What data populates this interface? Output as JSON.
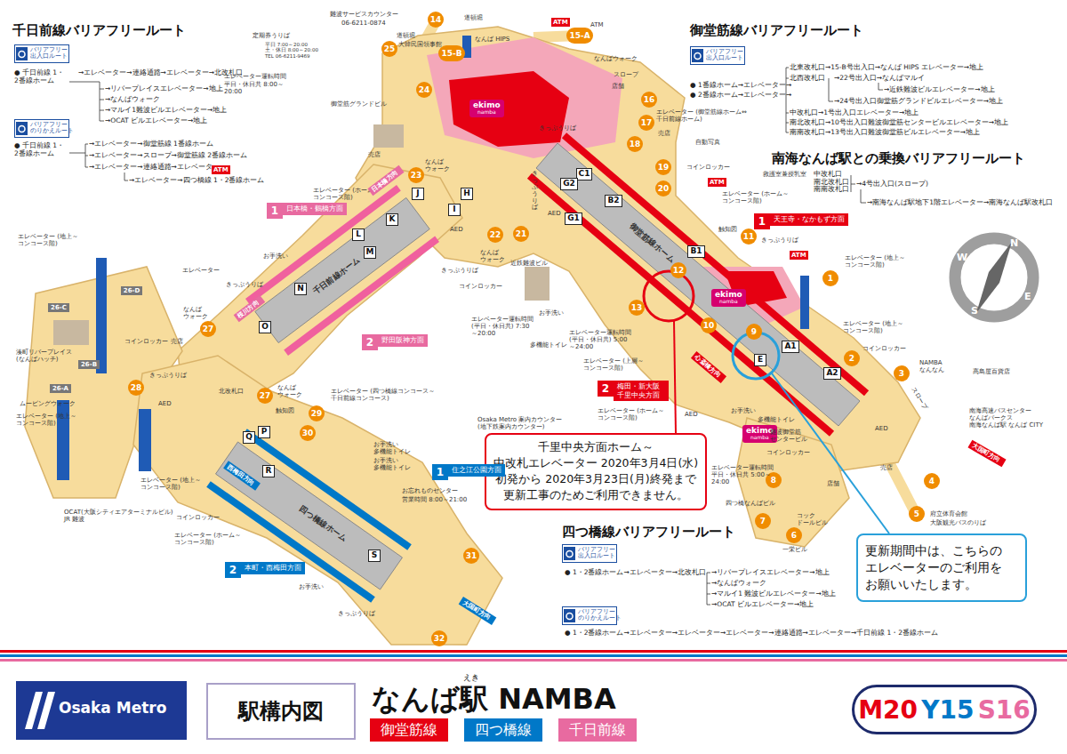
{
  "diagram": {
    "title": "なんば駅 NAMBA",
    "nodes": [
      {
        "text": [
          "Osaka Metro"
        ]
      },
      {
        "text": [
          "駅構内図"
        ]
      },
      {
        "text": [
          "御堂筋線"
        ]
      },
      {
        "text": [
          "四つ橋線"
        ]
      },
      {
        "text": [
          "千日前線"
        ]
      },
      {
        "text": [
          "M20",
          "Y15",
          "S16"
        ]
      },
      {
        "text": [
          "千里中央方面ホーム～中改札エレベーター 2020年3月4日(水)初発から 2020年3月23日(月)終発まで 更新工事のためご利用できません。"
        ]
      },
      {
        "text": [
          "更新期間中は、こちらの エレベーターのご利用を お願いいたします。"
        ]
      },
      {
        "text": [
          "1",
          "日本橋・鶴橋方面"
        ]
      },
      {
        "text": [
          "2",
          "野田阪神方面"
        ]
      },
      {
        "text": [
          "1",
          "天王寺・なかもず方面"
        ]
      },
      {
        "text": [
          "2",
          "梅田・新大阪 千里中央方面"
        ]
      },
      {
        "text": [
          "1",
          "住之江公園方面"
        ]
      },
      {
        "text": [
          "2",
          "本町・西梅田方面"
        ]
      },
      {
        "text": [
          "14"
        ]
      },
      {
        "text": [
          "15-A"
        ]
      },
      {
        "text": [
          "15-B"
        ]
      },
      {
        "text": [
          "16"
        ]
      },
      {
        "text": [
          "17"
        ]
      },
      {
        "text": [
          "18"
        ]
      },
      {
        "text": [
          "19"
        ]
      },
      {
        "text": [
          "20"
        ]
      },
      {
        "text": [
          "21"
        ]
      },
      {
        "text": [
          "22"
        ]
      },
      {
        "text": [
          "23"
        ]
      },
      {
        "text": [
          "24"
        ]
      },
      {
        "text": [
          "25"
        ]
      },
      {
        "text": [
          "26-A"
        ]
      },
      {
        "text": [
          "26-B"
        ]
      },
      {
        "text": [
          "26-C"
        ]
      },
      {
        "text": [
          "26-D"
        ]
      },
      {
        "text": [
          "27"
        ]
      },
      {
        "text": [
          "27"
        ]
      },
      {
        "text": [
          "28"
        ]
      },
      {
        "text": [
          "29"
        ]
      },
      {
        "text": [
          "30"
        ]
      },
      {
        "text": [
          "31"
        ]
      },
      {
        "text": [
          "32"
        ]
      },
      {
        "text": [
          "1"
        ]
      },
      {
        "text": [
          "2"
        ]
      },
      {
        "text": [
          "3"
        ]
      },
      {
        "text": [
          "4"
        ]
      },
      {
        "text": [
          "5"
        ]
      },
      {
        "text": [
          "6"
        ]
      },
      {
        "text": [
          "7"
        ]
      },
      {
        "text": [
          "8"
        ]
      },
      {
        "text": [
          "9"
        ]
      },
      {
        "text": [
          "10"
        ]
      },
      {
        "text": [
          "11"
        ]
      },
      {
        "text": [
          "12"
        ]
      },
      {
        "text": [
          "13"
        ]
      },
      {
        "text": [
          "A1"
        ]
      },
      {
        "text": [
          "A2"
        ]
      },
      {
        "text": [
          "B1"
        ]
      },
      {
        "text": [
          "B2"
        ]
      },
      {
        "text": [
          "C1"
        ]
      },
      {
        "text": [
          "E"
        ]
      },
      {
        "text": [
          "G1"
        ]
      },
      {
        "text": [
          "G2"
        ]
      },
      {
        "text": [
          "H"
        ]
      },
      {
        "text": [
          "I"
        ]
      },
      {
        "text": [
          "J"
        ]
      },
      {
        "text": [
          "K"
        ]
      },
      {
        "text": [
          "L"
        ]
      },
      {
        "text": [
          "M"
        ]
      },
      {
        "text": [
          "N"
        ]
      },
      {
        "text": [
          "O"
        ]
      },
      {
        "text": [
          "P"
        ]
      },
      {
        "text": [
          "Q"
        ]
      },
      {
        "text": [
          "R"
        ]
      },
      {
        "text": [
          "S"
        ]
      },
      {
        "text": [
          "バリアフリー 出入口ルート"
        ]
      },
      {
        "text": [
          "バリアフリー のりかえルート"
        ]
      },
      {
        "text": [
          "バリアフリー 出入口ルート"
        ]
      },
      {
        "text": [
          "バリアフリー 出入口ルート"
        ]
      },
      {
        "text": [
          "バリアフリー のりかえルート"
        ]
      },
      {
        "text": [
          "ekimo",
          "namba"
        ]
      },
      {
        "text": [
          "ekimo",
          "namba"
        ]
      },
      {
        "text": [
          "ekimo",
          "namba"
        ]
      }
    ],
    "labels": [
      "千日前線バリアフリールート",
      "● 千日前線 1・2番線ホーム",
      "→エレベーター→連絡通路→エレベーター→北改札口",
      "→リバープレイスエレベーター→地上",
      "→なんばウォーク",
      "→マルイ1難波ビルエレベーター→地上",
      "→OCAT ビルエレベーター→地上",
      "● 千日前線 1・2番線ホーム",
      "→エレベーター→御堂筋線 1番線ホーム",
      "→エレベーター→スロープ→御堂筋線 2番線ホーム",
      "→エレベーター→連絡通路→エレベーター",
      "→エレベーター→四つ橋線 1・2番線ホーム",
      "御堂筋線バリアフリールート",
      "● 1番線ホーム→エレベーター→",
      "● 2番線ホーム→エレベーター→",
      "北東改札口→15-B号出入口→なんば HIPS エレベーター→地上",
      "北西改札口",
      "→22号出入口→なんばマルイ",
      "→近鉄難波ビルエレベーター→地上",
      "→24号出入口御堂筋グランドビルエレベーター→地上",
      "中改札口→1号出入口エレベーター→地上",
      "南北改札口→10号出入口難波御堂筋センタービルエレベーター→地上",
      "南南改札口→13号出入口難波御堂筋ビルエレベーター→地上",
      "南海なんば駅との乗換バリアフリールート",
      "中改札口 南北改札口 南南改札口",
      "→4号出入口(スロープ)",
      "→南海なんば駅地下1階エレベーター→南海なんば駅改札口",
      "四つ橋線バリアフリールート",
      "● 1・2番線ホーム→エレベーター→北改札口",
      "→リバープレイスエレベーター→地上",
      "→なんばウォーク",
      "→マルイ1 難波ビルエレベーター→地上",
      "→OCAT ビルエレベーター→地上",
      "● 1・2番線ホーム→エレベーター→エレベーター→エレベーター→連絡通路→エレベーター→千日前線 1・2番線ホーム",
      "N",
      "E",
      "S",
      "W",
      "えき",
      "難波サービスカウンター",
      "06-6211-0874",
      "定期券うりば",
      "平日 7:00～20:00 土・休日 8:00～20:00 TEL 06-6211-9469",
      "道頓堀",
      "なんば HIPS",
      "ATM",
      "ATM",
      "なんばウォーク",
      "道頓堀",
      "大韓民国領事館",
      "エレベーター運転時間",
      "平日・休日共 8:00～20:00",
      "御堂筋グランドビル",
      "店舗",
      "スロープ",
      "きっぷうりば",
      "エレベーター (御堂筋線ホーム⇔千日前線ホーム)",
      "売店",
      "自動写真",
      "売店",
      "なんば ウォーク",
      "ATM",
      "エレベーター (ホーム～コンコース階)",
      "コインロッカー",
      "救護室兼授乳室",
      "ATM",
      "エレベーター (ホーム～コンコース階)",
      "きっぷうりば",
      "触知図",
      "きっぷうりば",
      "AED",
      "AED",
      "なんば ウォーク",
      "近鉄難波ビル",
      "きっぷうりば",
      "コインロッカー",
      "ATM",
      "エレベーター (地上～コンコース階)",
      "エレベーター (地上～コンコース階)",
      "エレベーター",
      "お手洗い",
      "きっぷうりば",
      "なんば ウォーク",
      "売店",
      "コインロッカー",
      "湊町リバープレイス (なんばハッチ)",
      "ムービングウォーク",
      "エレベーター (地上～コンコース階)",
      "OCAT(大阪シティエアターミナルビル) JR 難波",
      "きっぷうりば",
      "AED",
      "なんば ウォーク",
      "エレベーター (四つ橋線コンコース～千日前線コンコース)",
      "触知図",
      "お手洗い 多機能トイレ",
      "お手洗い 多機能トイレ",
      "お忘れものセンター",
      "営業時間 8:00～21:00",
      "エレベーター (地上～コンコース階)",
      "コインロッカー",
      "エレベーター (ホーム～コンコース階)",
      "お手洗い",
      "きっぷうりば",
      "Osaka Metro 案内カウンター (地下鉄案内カウンター)",
      "お手洗い",
      "多機能トイレ",
      "エレベーター運転時間 (平日・休日共) 7:30～20:00",
      "エレベーター運転時間 (平日・休日共) 5:00～24:00",
      "エレベーター (上層～コンコース階)",
      "エレベーター (ホーム～コンコース階)",
      "AED",
      "お手洗い",
      "多機能トイレ",
      "難波御堂筋 センタービル",
      "エレベーター運転時間 平日・休日共 5:00～24:00",
      "コインロッカー",
      "四つ橋なんばビル",
      "コック ドールビル",
      "一栄ビル",
      "府立体育会館",
      "大阪観光バスのりば",
      "店舗",
      "売店",
      "スロープ",
      "高島屋百貨店",
      "南海高速バスセンター なんばパークス 南海なんば駅 なんば CITY",
      "NAMBA なんなん",
      "エレベーター (地上～コンコース階)",
      "コインロッカー",
      "AED",
      "千日前線ホーム",
      "御堂筋線ホーム",
      "四つ橋線ホーム",
      "大国町方向",
      "大国町方向",
      "心斎橋方向",
      "西梅田方向",
      "日本橋方向",
      "桜川方向",
      "北改札口"
    ]
  }
}
